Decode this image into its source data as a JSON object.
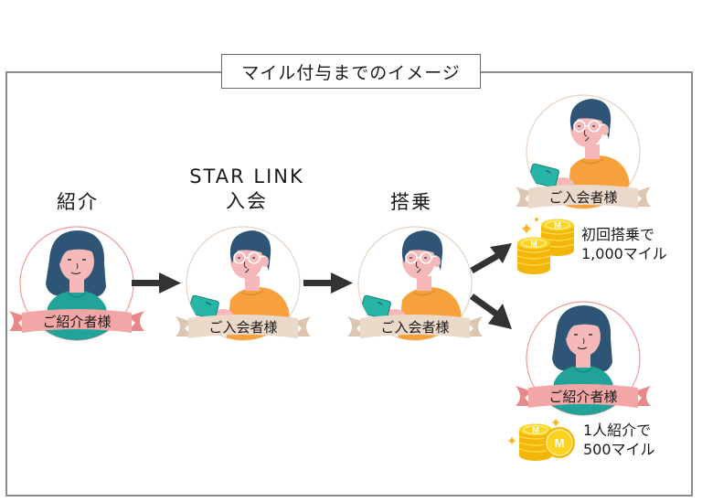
{
  "title": "マイル付与までのイメージ",
  "steps": [
    {
      "label_lines": [
        "紹介"
      ],
      "person": "referrer",
      "banner": "ご紹介者様"
    },
    {
      "label_lines": [
        "STAR LINK",
        "入会"
      ],
      "person": "member",
      "banner": "ご入会者様"
    },
    {
      "label_lines": [
        "搭乗"
      ],
      "person": "member",
      "banner": "ご入会者様"
    }
  ],
  "outcomes": [
    {
      "person": "member",
      "banner": "ご入会者様",
      "reward_lines": [
        "初回搭乗で",
        "1,000マイル"
      ],
      "coin_icon": "coin-stack-icon"
    },
    {
      "person": "referrer",
      "banner": "ご紹介者様",
      "reward_lines": [
        "1人紹介で",
        "500マイル"
      ],
      "coin_icon": "coin-stack-icon"
    }
  ],
  "colors": {
    "referrer_ring": "#ee9a9a",
    "member_ring": "#e6d2c2",
    "referrer_banner": "#f2a6a6",
    "member_banner": "#ead8c8",
    "hair": "#2f5576",
    "skin": "#f6b8b8",
    "teal_shirt": "#22a39a",
    "orange_shirt": "#f7a13c",
    "phone": "#27b5a8",
    "coin": "#f9c514",
    "arrow": "#333333"
  }
}
